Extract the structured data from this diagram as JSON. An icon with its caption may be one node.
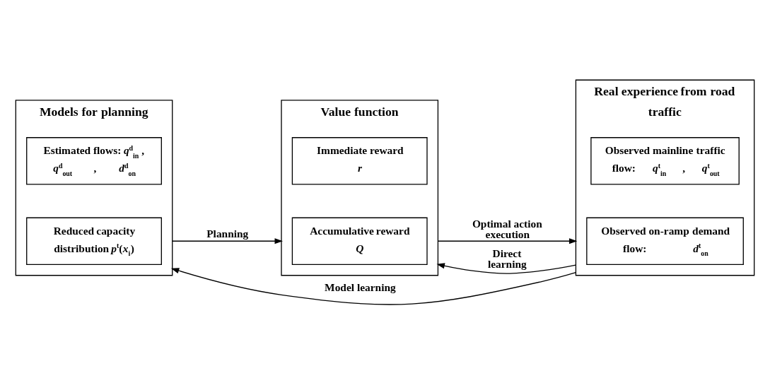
{
  "diagram": {
    "nodes": [
      {
        "text": [
          "Value function"
        ]
      },
      {
        "text": [
          "Immediate reward",
          "*r*"
        ],
        "in": 0
      },
      {
        "text": [
          "Accumulative reward",
          "*Q*"
        ],
        "in": 0
      },
      {
        "text": [
          "Models for planning"
        ]
      },
      {
        "text": [
          "Estimated flows: *q*$^{d}$$_{in}$ , *q*$^{d}$$_{out}$ , *d*$^{d}$$_{on}$"
        ],
        "in": 3
      },
      {
        "text": [
          "Reduced capacity distribution *p*$^{t}$(*x*$_{i}$)"
        ],
        "in": 3
      },
      {
        "text": [
          "Real experience from road traffic"
        ]
      },
      {
        "text": [
          "Observed mainline traffic flow: *q*$^{t}$$_{in}$ , *q*$^{t}$$_{out}$"
        ],
        "in": 6
      },
      {
        "text": [
          "Observed on-ramp demand flow: *d*$^{t}$$_{on}$"
        ],
        "in": 6
      }
    ],
    "edges": [
      {
        "from": 3,
        "to": 0,
        "arrow": "to",
        "label": "Planning"
      },
      {
        "from": 0,
        "to": 6,
        "arrow": "to",
        "label": "Optimal action execution"
      },
      {
        "from": 6,
        "to": 0,
        "arrow": "to",
        "label": "Direct learning"
      },
      {
        "from": 6,
        "to": 3,
        "arrow": "to",
        "label": "Model learning"
      }
    ]
  }
}
